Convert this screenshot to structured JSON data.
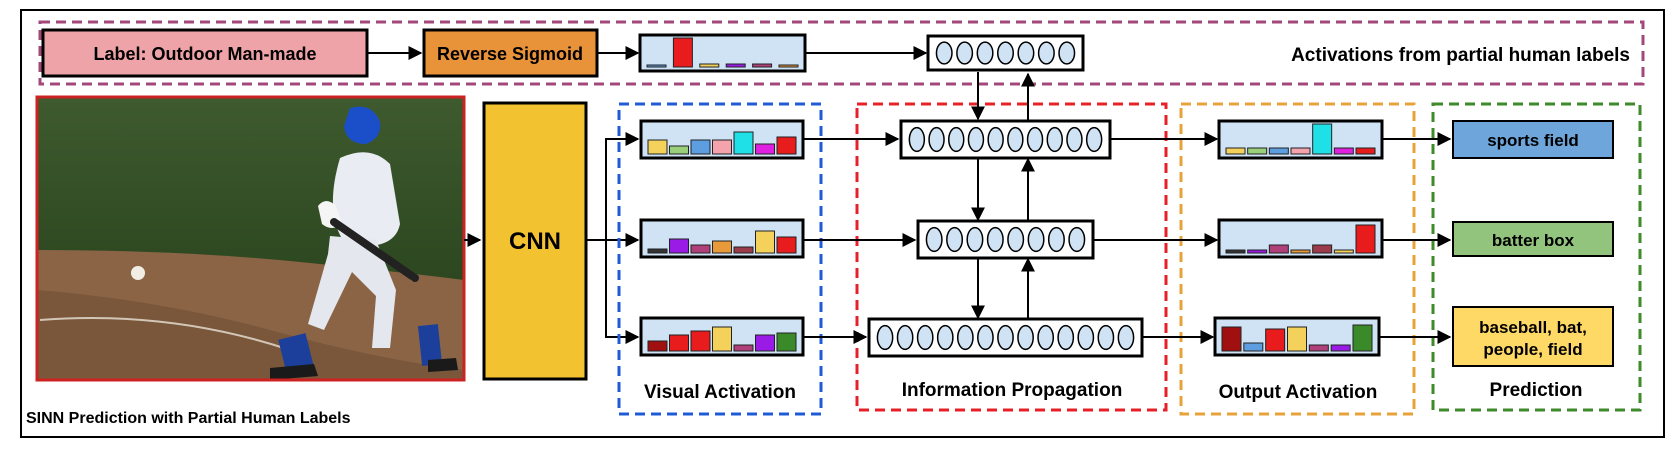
{
  "top_row": {
    "label_box": "Label: Outdoor Man-made",
    "reverse_sigmoid": "Reverse Sigmoid",
    "region_title": "Activations from partial human labels"
  },
  "cnn": {
    "label": "CNN"
  },
  "sections": {
    "visual_activation": "Visual Activation",
    "information_propagation": "Information Propagation",
    "output_activation": "Output Activation",
    "prediction": "Prediction"
  },
  "predictions": {
    "row1": "sports field",
    "row2": "batter box",
    "row3_line1": "baseball, bat,",
    "row3_line2": "people, field"
  },
  "footer": {
    "caption": "SINN Prediction with Partial Human Labels"
  },
  "photo": {
    "subject": "baseball batter swinging at a pitch on a dirt infield"
  },
  "colors": {
    "label_fill": "#eea3a8",
    "sigmoid_fill": "#e8923a",
    "cnn_fill": "#f2c230",
    "activation_fill": "#cfe3f5",
    "pred1_fill": "#6ea6dc",
    "pred2_fill": "#93c47d",
    "pred3_fill": "#ffd966",
    "visual_border": "#1f5bd6",
    "info_border": "#e8202a",
    "output_border": "#e8a23a",
    "pred_border": "#3f8a2a",
    "top_border": "#a3487a"
  }
}
